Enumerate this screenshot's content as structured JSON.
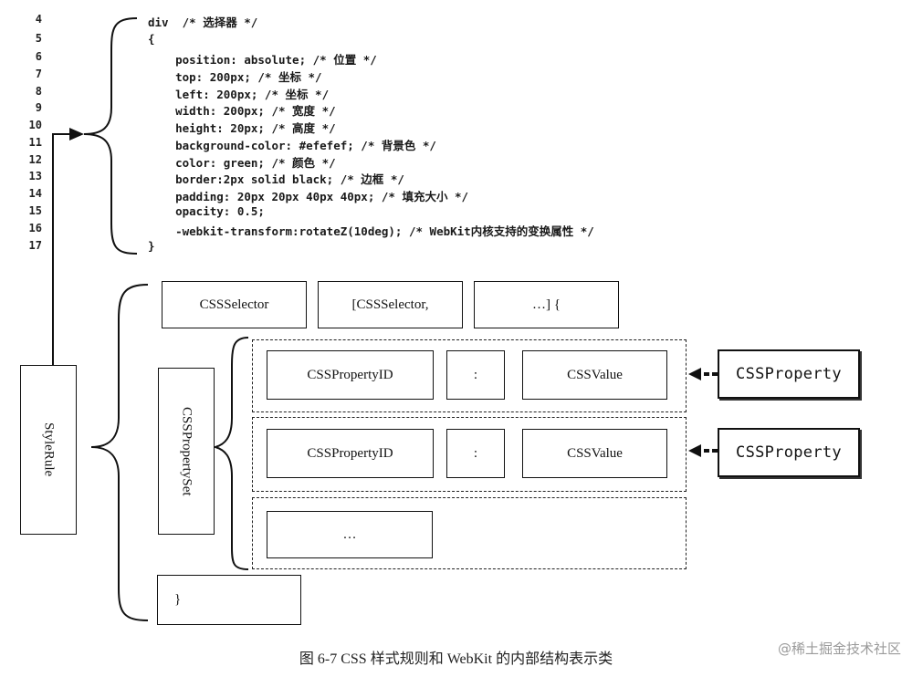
{
  "code": {
    "line_numbers": [
      "4",
      "5",
      "6",
      "7",
      "8",
      "9",
      "10",
      "11",
      "12",
      "13",
      "14",
      "15",
      "16",
      "17"
    ],
    "lines": [
      "div  /* 选择器 */",
      "{",
      "    position: absolute; /* 位置 */",
      "    top: 200px; /* 坐标 */",
      "    left: 200px; /* 坐标 */",
      "    width: 200px; /* 宽度 */",
      "    height: 20px; /* 高度 */",
      "    background-color: #efefef; /* 背景色 */",
      "    color: green; /* 颜色 */",
      "    border:2px solid black; /* 边框 */",
      "    padding: 20px 20px 40px 40px; /* 填充大小 */",
      "    opacity: 0.5;",
      "    -webkit-transform:rotateZ(10deg); /* WebKit内核支持的变换属性 */",
      "}"
    ]
  },
  "diagram": {
    "selector_1": "CSSSelector",
    "selector_2": "[CSSSelector,",
    "selector_3": "…]  {",
    "style_rule": "StyleRule",
    "property_set": "CSSPropertySet",
    "property_id_1": "CSSPropertyID",
    "colon_1": ":",
    "value_1": "CSSValue",
    "property_id_2": "CSSPropertyID",
    "colon_2": ":",
    "value_2": "CSSValue",
    "ellipsis": "…",
    "close_brace": "}",
    "property_label_1": "CSSProperty",
    "property_label_2": "CSSProperty"
  },
  "caption": "图 6-7   CSS 样式规则和 WebKit 的内部结构表示类",
  "watermark": "@稀土掘金技术社区"
}
